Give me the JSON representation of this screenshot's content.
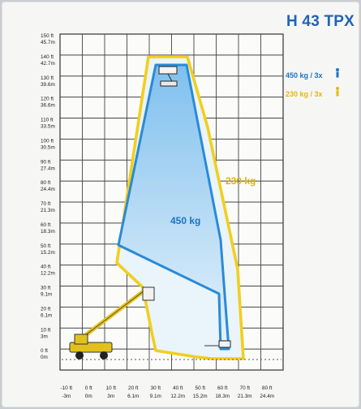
{
  "title": "H 43 TPX",
  "colors": {
    "blue": "#2a8ad6",
    "yellow": "#f1cf1d",
    "title": "#1f63b6"
  },
  "legend": [
    {
      "text": "450 kg / 3x",
      "color": "#1b74c4",
      "icon": "person-icon"
    },
    {
      "text": "230 kg / 3x",
      "color": "#e2b90f",
      "icon": "person-icon"
    }
  ],
  "labels": {
    "yellow": "230 kg",
    "blue": "450 kg"
  },
  "y_ticks": [
    {
      "ft": "150 ft",
      "m": "45.7m"
    },
    {
      "ft": "140 ft",
      "m": "42.7m"
    },
    {
      "ft": "130 ft",
      "m": "39.6m"
    },
    {
      "ft": "120 ft",
      "m": "36.6m"
    },
    {
      "ft": "110 ft",
      "m": "33.5m"
    },
    {
      "ft": "100 ft",
      "m": "30.5m"
    },
    {
      "ft": "90 ft",
      "m": "27.4m"
    },
    {
      "ft": "80 ft",
      "m": "24.4m"
    },
    {
      "ft": "70 ft",
      "m": "21.3m"
    },
    {
      "ft": "60 ft",
      "m": "18.3m"
    },
    {
      "ft": "50 ft",
      "m": "15.2m"
    },
    {
      "ft": "40 ft",
      "m": "12.2m"
    },
    {
      "ft": "30 ft",
      "m": "9.1m"
    },
    {
      "ft": "20 ft",
      "m": "6.1m"
    },
    {
      "ft": "10 ft",
      "m": "3m"
    },
    {
      "ft": "0 ft",
      "m": "0m"
    }
  ],
  "x_ticks": [
    {
      "ft": "-10 ft",
      "m": "-3m"
    },
    {
      "ft": "0 ft",
      "m": "0m"
    },
    {
      "ft": "10 ft",
      "m": "3m"
    },
    {
      "ft": "20 ft",
      "m": "6.1m"
    },
    {
      "ft": "30 ft",
      "m": "9.1m"
    },
    {
      "ft": "40 ft",
      "m": "12.2m"
    },
    {
      "ft": "50 ft",
      "m": "15.2m"
    },
    {
      "ft": "60 ft",
      "m": "18.3m"
    },
    {
      "ft": "70 ft",
      "m": "21.3m"
    },
    {
      "ft": "80 ft",
      "m": "24.4m"
    }
  ]
}
